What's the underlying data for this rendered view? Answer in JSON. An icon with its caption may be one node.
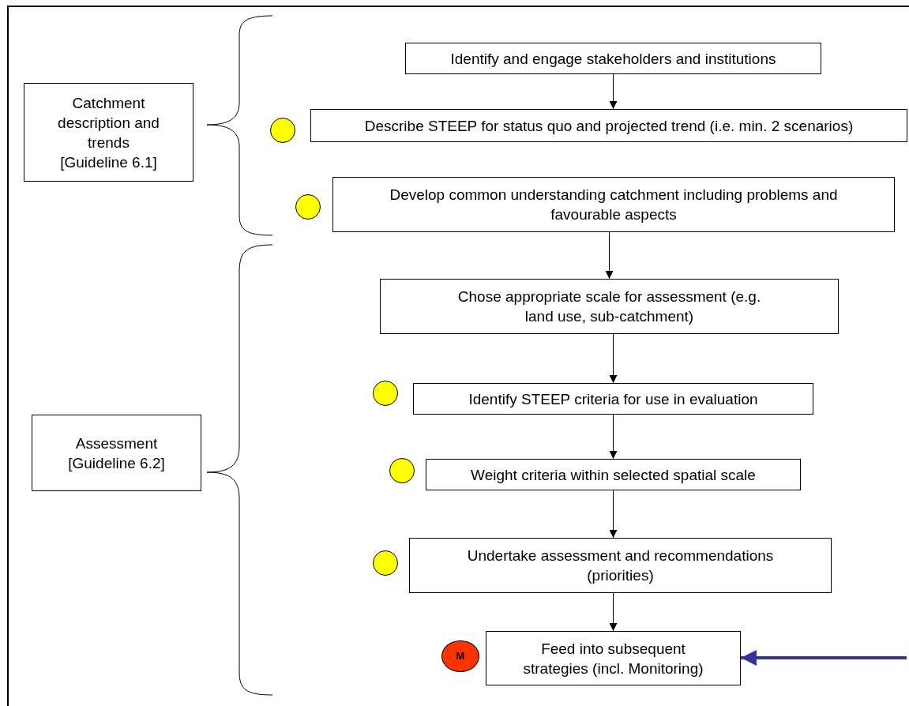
{
  "diagram": {
    "nodes": [
      {
        "text": [
          "Catchment description and trends [Guideline 6.1]"
        ]
      },
      {
        "text": [
          "Assessment [Guideline 6.2]"
        ]
      },
      {
        "text": [
          "Identify and engage stakeholders and institutions"
        ]
      },
      {
        "text": [],
        "shape": "circle"
      },
      {
        "text": [
          "Describe STEEP for status quo and projected trend (i.e. min. 2 scenarios)"
        ]
      },
      {
        "text": [],
        "shape": "circle"
      },
      {
        "text": [
          "Develop common understanding catchment including problems and favourable aspects"
        ]
      },
      {
        "text": [
          "Chose appropriate scale for assessment (e.g. land use, sub-catchment)"
        ]
      },
      {
        "text": [],
        "shape": "circle"
      },
      {
        "text": [
          "Identify STEEP criteria for use in evaluation"
        ]
      },
      {
        "text": [],
        "shape": "circle"
      },
      {
        "text": [
          "Weight criteria within selected spatial scale"
        ]
      },
      {
        "text": [],
        "shape": "circle"
      },
      {
        "text": [
          "Undertake assessment and recommendations (priorities)"
        ]
      },
      {
        "text": [
          "M"
        ]
      },
      {
        "text": [
          "Feed into subsequent strategies (incl. Monitoring)"
        ]
      }
    ],
    "edges": [
      {
        "from": 2,
        "to": 4,
        "arrow": "to"
      },
      {
        "from": 6,
        "to": 7,
        "arrow": "to"
      },
      {
        "from": 7,
        "to": 9,
        "arrow": "to"
      },
      {
        "from": 9,
        "to": 11,
        "arrow": "to"
      },
      {
        "from": 11,
        "to": 13,
        "arrow": "to"
      },
      {
        "from": 13,
        "to": 15,
        "arrow": "to"
      },
      {
        "from": null,
        "to": 15,
        "arrow": "to",
        "style": "thick",
        "color": "#333399"
      }
    ]
  }
}
